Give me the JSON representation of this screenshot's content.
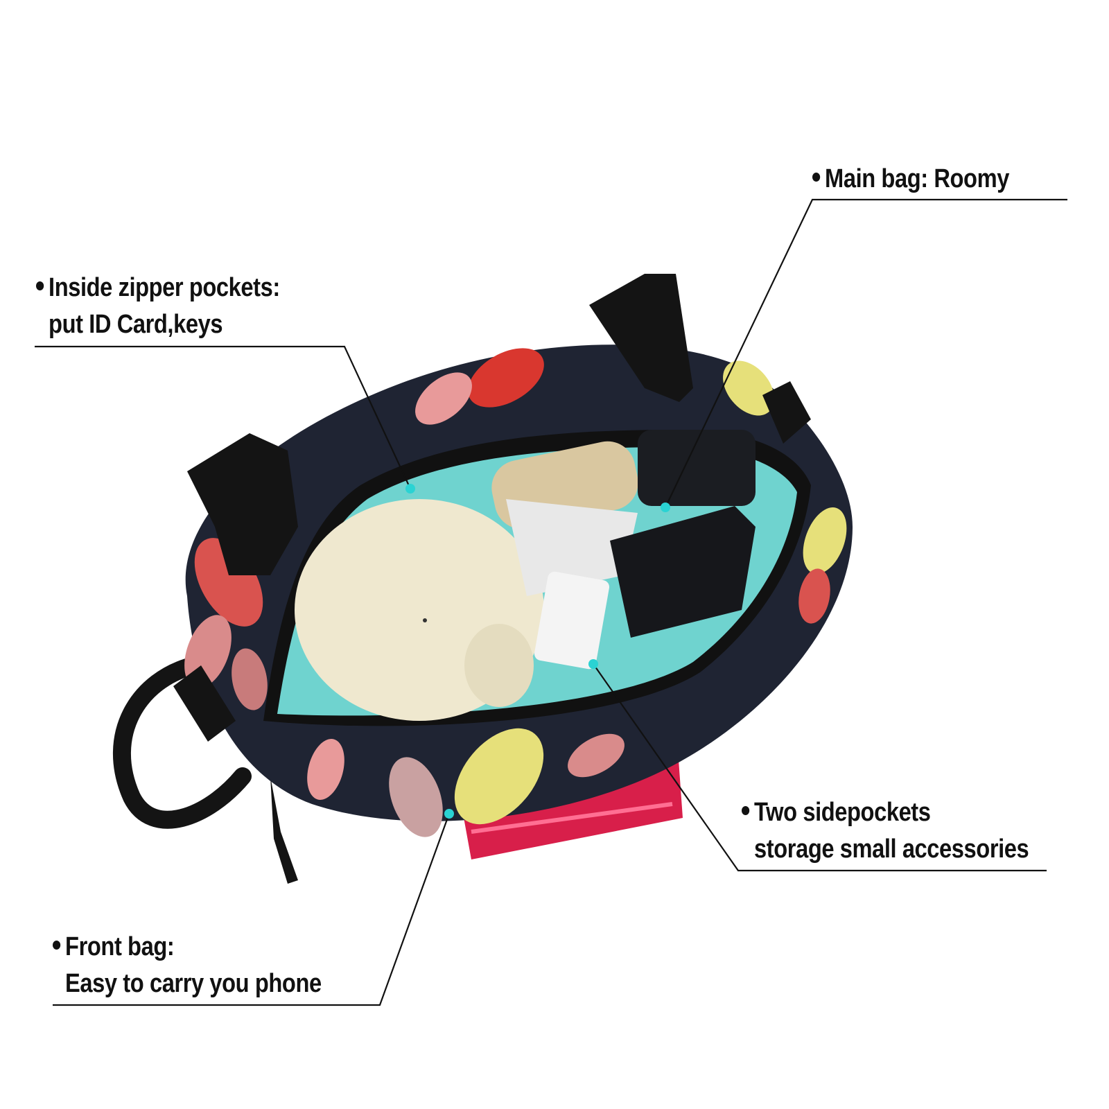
{
  "callouts": {
    "main_bag": {
      "line1": "Main bag: Roomy"
    },
    "inside_pockets": {
      "line1": "Inside zipper pockets:",
      "line2": "put ID Card,keys"
    },
    "side_pockets": {
      "line1": "Two sidepockets",
      "line2": "storage small accessories"
    },
    "front_bag": {
      "line1": "Front bag:",
      "line2": "Easy to carry you phone"
    }
  },
  "colors": {
    "text": "#111111",
    "leader_line": "#111111",
    "dot_accent": "#2ad3d3",
    "lining": "#6fd3cf",
    "fabric": "#1f2433",
    "strap": "#141414",
    "phone": "#d81f4a",
    "bottle": "#efe8cf"
  }
}
